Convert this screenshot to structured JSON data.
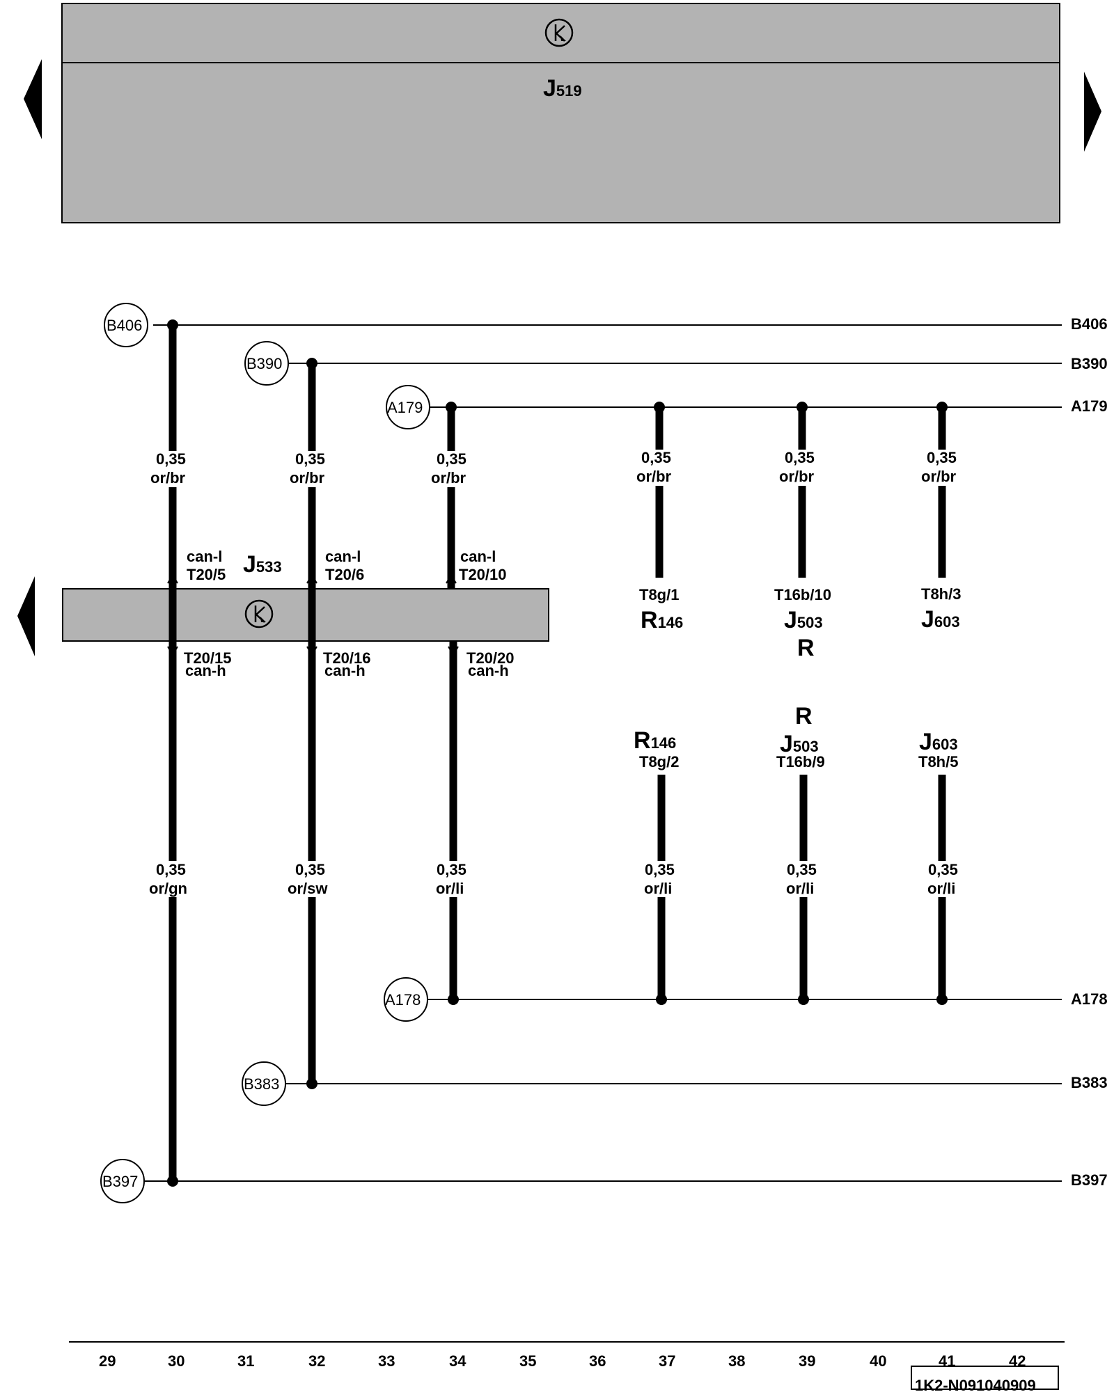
{
  "top_module": {
    "id": "J",
    "sub": "519"
  },
  "gateway": {
    "id": "J",
    "sub": "533"
  },
  "lines": [
    {
      "name": "B406",
      "end_label": "B406"
    },
    {
      "name": "B390",
      "end_label": "B390"
    },
    {
      "name": "A179",
      "end_label": "A179"
    },
    {
      "name": "A178",
      "end_label": "A178"
    },
    {
      "name": "B383",
      "end_label": "B383"
    },
    {
      "name": "B397",
      "end_label": "B397"
    }
  ],
  "connector_bubbles": {
    "B406": "B406",
    "B390": "B390",
    "A179": "A179",
    "A178": "A178",
    "B383": "B383",
    "B397": "B397"
  },
  "wires_top": [
    {
      "size": "0,35",
      "color": "or/br",
      "signal": "can-l",
      "pin": "T20/5"
    },
    {
      "size": "0,35",
      "color": "or/br",
      "signal": "can-l",
      "pin": "T20/6"
    },
    {
      "size": "0,35",
      "color": "or/br",
      "signal": "can-l",
      "pin": "T20/10"
    },
    {
      "size": "0,35",
      "color": "or/br",
      "pin": "T8g/1",
      "comp_id": "R",
      "comp_sub": "146"
    },
    {
      "size": "0,35",
      "color": "or/br",
      "pin": "T16b/10",
      "comp_id": "J",
      "comp_sub": "503",
      "extra": "R"
    },
    {
      "size": "0,35",
      "color": "or/br",
      "pin": "T8h/3",
      "comp_id": "J",
      "comp_sub": "603"
    }
  ],
  "wires_bottom": [
    {
      "size": "0,35",
      "color": "or/gn",
      "signal": "can-h",
      "pin": "T20/15"
    },
    {
      "size": "0,35",
      "color": "or/sw",
      "signal": "can-h",
      "pin": "T20/16"
    },
    {
      "size": "0,35",
      "color": "or/li",
      "signal": "can-h",
      "pin": "T20/20"
    },
    {
      "size": "0,35",
      "color": "or/li",
      "pin": "T8g/2",
      "comp_id": "R",
      "comp_sub": "146"
    },
    {
      "size": "0,35",
      "color": "or/li",
      "pin": "T16b/9",
      "comp_id": "J",
      "comp_sub": "503",
      "extra": "R"
    },
    {
      "size": "0,35",
      "color": "or/li",
      "pin": "T8h/5",
      "comp_id": "J",
      "comp_sub": "603"
    }
  ],
  "columns": [
    "29",
    "30",
    "31",
    "32",
    "33",
    "34",
    "35",
    "36",
    "37",
    "38",
    "39",
    "40",
    "41",
    "42"
  ],
  "doc_id": "1K2-N091040909",
  "colors": {
    "module_fill": "#b3b3b3",
    "wire": "#000000",
    "background": "#ffffff"
  },
  "icons": [
    "left-arrow-icon",
    "right-arrow-icon",
    "can-bus-icon"
  ]
}
